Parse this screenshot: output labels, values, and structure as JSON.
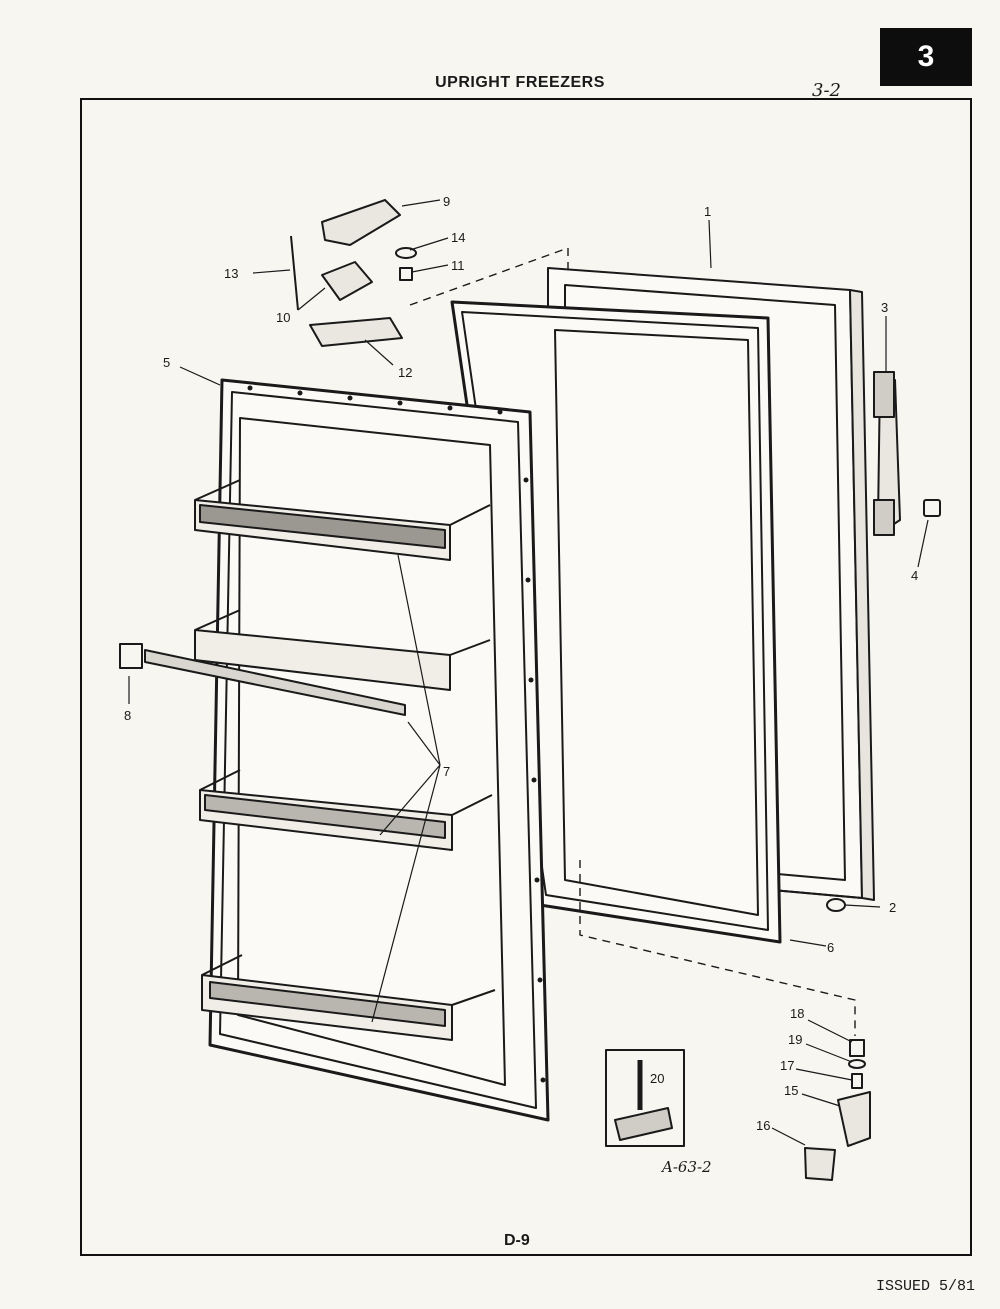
{
  "header": {
    "title": "UPRIGHT FREEZERS",
    "section_number": "3",
    "handwritten_note": "3-2"
  },
  "footer": {
    "page_code": "D-9",
    "issued": "ISSUED 5/81"
  },
  "figure_id": "A-63-2",
  "callouts": {
    "c1": "1",
    "c2": "2",
    "c3": "3",
    "c4": "4",
    "c5": "5",
    "c6": "6",
    "c7": "7",
    "c8": "8",
    "c9": "9",
    "c10": "10",
    "c11": "11",
    "c12": "12",
    "c13": "13",
    "c14": "14",
    "c15": "15",
    "c16": "16",
    "c17": "17",
    "c18": "18",
    "c19": "19",
    "c20": "20"
  }
}
